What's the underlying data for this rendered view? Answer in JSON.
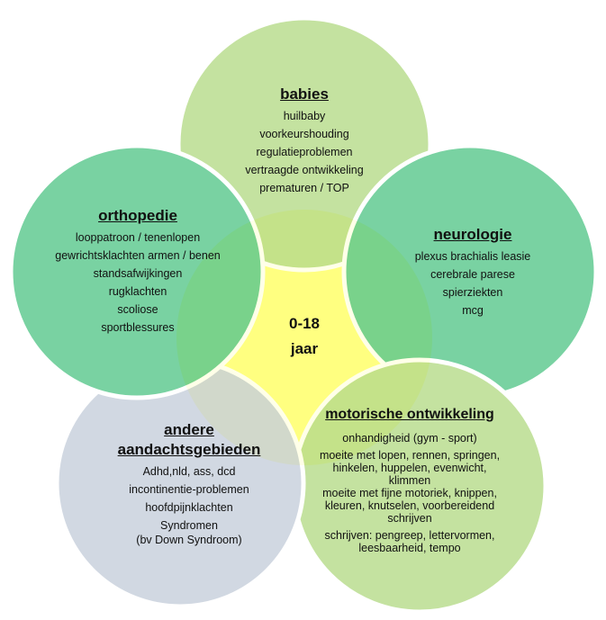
{
  "center": {
    "line1": "0-18",
    "line2": "jaar"
  },
  "babies": {
    "title": "babies",
    "items": [
      "huilbaby",
      "voorkeurshouding",
      "regulatieproblemen",
      "vertraagde ontwikkeling",
      "prematuren / TOP"
    ]
  },
  "orthopedie": {
    "title": "orthopedie",
    "items": [
      "looppatroon / tenenlopen",
      "gewrichtsklachten armen / benen",
      "standsafwijkingen",
      "rugklachten",
      "scoliose",
      "sportblessures"
    ]
  },
  "neurologie": {
    "title": "neurologie",
    "items": [
      "plexus brachialis leasie",
      "cerebrale parese",
      "spierziekten",
      "mcg"
    ]
  },
  "andere": {
    "title_line1": "andere",
    "title_line2": "aandachtsgebieden",
    "items": [
      "Adhd,nld, ass, dcd",
      "incontinentie-problemen",
      "hoofdpijnklachten",
      "Syndromen",
      "(bv Down Syndroom)"
    ]
  },
  "motorische": {
    "title": "motorische ontwikkeling",
    "items": [
      "onhandigheid (gym - sport)",
      "moeite met lopen, rennen, springen, hinkelen, huppelen, evenwicht, klimmen",
      "moeite met fijne motoriek, knippen, kleuren, knutselen, voorbereidend schrijven",
      "schrijven: pengreep, lettervormen, leesbaarheid, tempo"
    ]
  },
  "colors": {
    "light_green": "#c9e5a8",
    "teal_green": "#7dd5a5",
    "grey_blue": "#d5dbe3",
    "yellow": "#ffff80"
  }
}
